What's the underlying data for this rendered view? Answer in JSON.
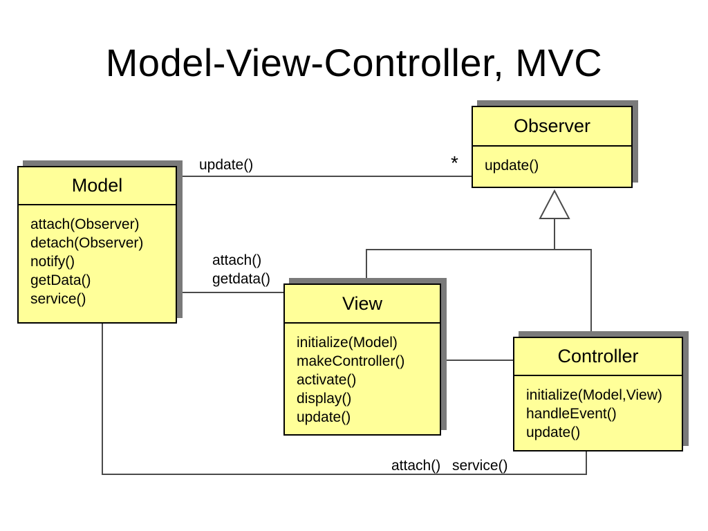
{
  "slide": {
    "title": "Model-View-Controller, MVC"
  },
  "classes": {
    "model": {
      "name": "Model",
      "methods": [
        "attach(Observer)",
        "detach(Observer)",
        "notify()",
        "getData()",
        "service()"
      ]
    },
    "observer": {
      "name": "Observer",
      "methods": [
        "update()"
      ]
    },
    "view": {
      "name": "View",
      "methods": [
        "initialize(Model)",
        "makeController()",
        "activate()",
        "display()",
        "update()"
      ]
    },
    "controller": {
      "name": "Controller",
      "methods": [
        "initialize(Model,View)",
        "handleEvent()",
        "update()"
      ]
    }
  },
  "edge_labels": {
    "model_observer": "update()",
    "observer_multiplicity": "*",
    "model_view_attach": "attach()",
    "model_view_getdata": "getdata()",
    "model_controller_attach": "attach()",
    "model_controller_service": "service()"
  },
  "colors": {
    "background": "#FFFFFF",
    "box_fill": "#FFFF99",
    "box_border": "#000000",
    "box_shadow": "#7A7A7A",
    "connector_line": "#4A4A4A",
    "text": "#000000"
  }
}
